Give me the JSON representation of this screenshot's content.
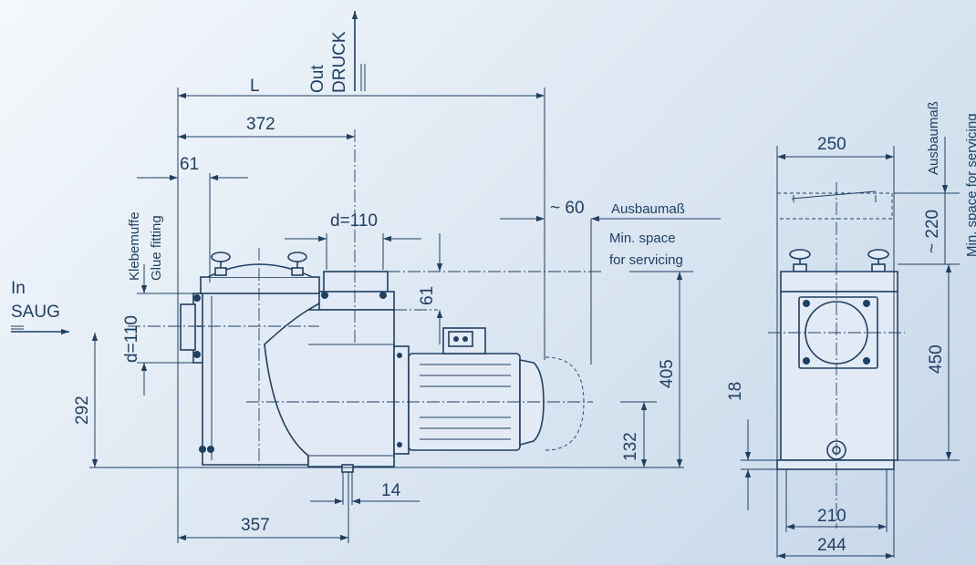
{
  "flow": {
    "out_label": "Out",
    "druck_label": "DRUCK",
    "in_label": "In",
    "saug_label": "SAUG"
  },
  "side_view": {
    "dim_L": "L",
    "dim_372": "372",
    "dim_61_top": "61",
    "dim_d110_top": "d=110",
    "dim_60": "~ 60",
    "ausbaumass": "Ausbaumaß",
    "min_space_1": "Min. space",
    "min_space_2": "for servicing",
    "klebemuffe": "Klebemuffe",
    "glue_fitting": "Glue fitting",
    "dim_d110_side": "d=110",
    "dim_292": "292",
    "dim_61_vert": "61",
    "dim_405": "405",
    "dim_132": "132",
    "dim_14": "14",
    "dim_357": "357"
  },
  "front_view": {
    "dim_250": "250",
    "dim_220": "~ 220",
    "ausbaumass": "Ausbaumaß",
    "min_space": "Min. space for servicing",
    "dim_450": "450",
    "dim_18": "18",
    "dim_210": "210",
    "dim_244": "244"
  }
}
